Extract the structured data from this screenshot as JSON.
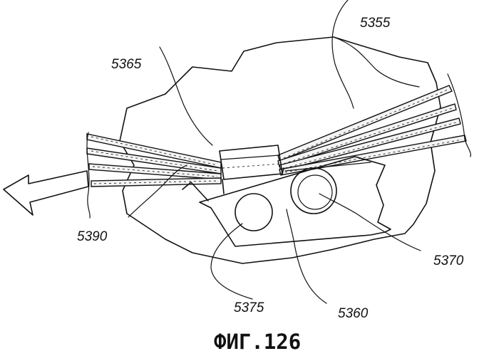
{
  "labels": {
    "tissue": "5355",
    "strands": "5365",
    "arrow": "5390",
    "right_lobe": "5370",
    "left_lobe": "5375",
    "body": "5360"
  },
  "caption": "ФИГ.126"
}
